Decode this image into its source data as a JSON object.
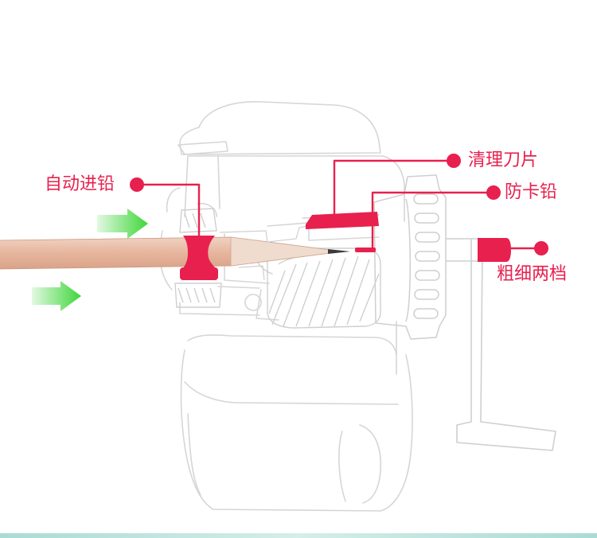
{
  "labels": {
    "auto_feed": "自动进铅",
    "clean_blade": "清理刀片",
    "anti_jam": "防卡铅",
    "thickness": "粗细两档"
  },
  "colors": {
    "accent": "#e8204e",
    "arrow": "#3fd63a",
    "outline": "#d6d6d6",
    "pencil_wood": "#e8bda6",
    "bottom_strip": "#bfe6e0"
  },
  "icons": {
    "feed_arrow": "green-right-arrow-icon",
    "callout_dot": "red-dot-icon"
  }
}
